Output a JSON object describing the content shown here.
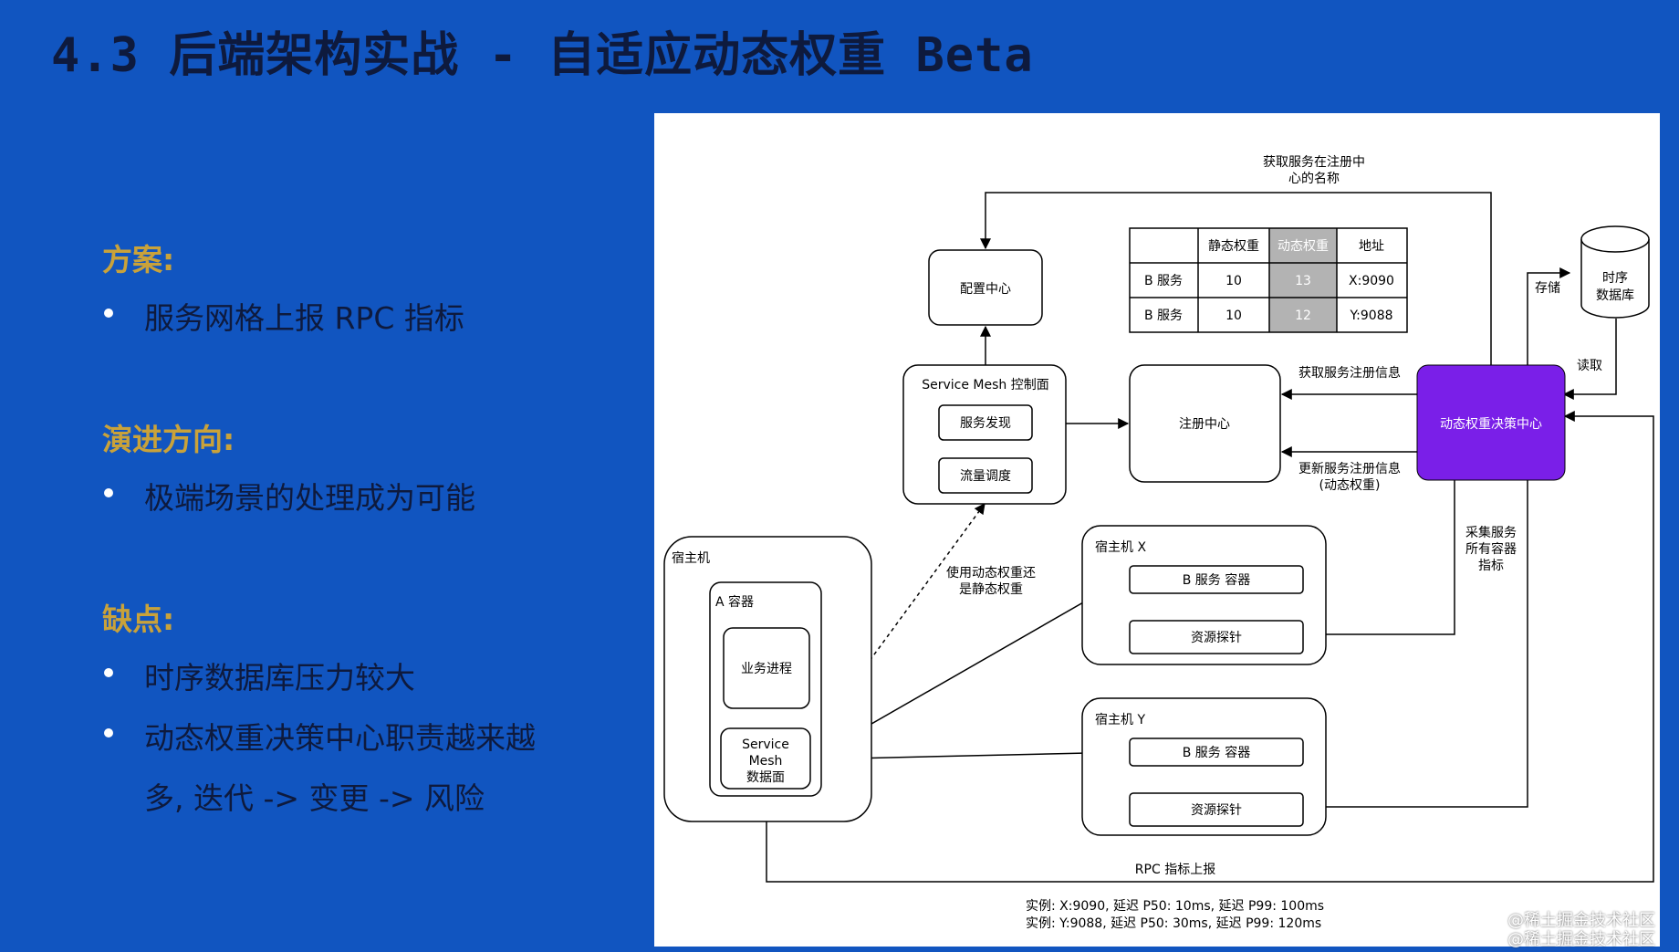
{
  "title": "4.3 后端架构实战 - 自适应动态权重 Beta",
  "sections": {
    "plan": {
      "heading": "方案:",
      "bullets": [
        "服务网格上报 RPC 指标"
      ]
    },
    "evolution": {
      "heading": "演进方向:",
      "bullets": [
        "极端场景的处理成为可能"
      ]
    },
    "cons": {
      "heading": "缺点:",
      "bullets": [
        "时序数据库压力较大",
        "动态权重决策中心职责越来越"
      ],
      "continuation": "多, 迭代 -> 变更 -> 风险"
    }
  },
  "diagram": {
    "config_center": "配置中心",
    "registry_center": "注册中心",
    "mesh_control": {
      "title": "Service Mesh 控制面",
      "service_discovery": "服务发现",
      "traffic_scheduling": "流量调度"
    },
    "decision_center": "动态权重决策中心",
    "tsdb": {
      "line1": "时序",
      "line2": "数据库"
    },
    "table": {
      "headers": [
        "",
        "静态权重",
        "动态权重",
        "地址"
      ],
      "rows": [
        [
          "B 服务",
          "10",
          "13",
          "X:9090"
        ],
        [
          "B 服务",
          "10",
          "12",
          "Y:9088"
        ]
      ]
    },
    "host_a": {
      "label": "宿主机",
      "container": "A 容器",
      "business_process": "业务进程",
      "mesh_line1": "Service",
      "mesh_line2": "Mesh",
      "mesh_line3": "数据面"
    },
    "host_x": {
      "label": "宿主机 X",
      "container": "B 服务 容器",
      "probe": "资源探针"
    },
    "host_y": {
      "label": "宿主机 Y",
      "container": "B 服务 容器",
      "probe": "资源探针"
    },
    "labels": {
      "fetch_name_1": "获取服务在注册中",
      "fetch_name_2": "心的名称",
      "store": "存储",
      "read": "读取",
      "fetch_registry": "获取服务注册信息",
      "update_registry_1": "更新服务注册信息",
      "update_registry_2": "(动态权重)",
      "collect_1": "采集服务",
      "collect_2": "所有容器",
      "collect_3": "指标",
      "use_weight_1": "使用动态权重还",
      "use_weight_2": "是静态权重",
      "rpc_report": "RPC 指标上报",
      "example_1": "实例: X:9090, 延迟 P50: 10ms, 延迟 P99: 100ms",
      "example_2": "实例: Y:9088, 延迟 P50: 30ms, 延迟 P99: 120ms"
    },
    "colors": {
      "decision_center": "#7a1fe8",
      "dynamic_column": "#b3b3b3"
    }
  },
  "watermark": {
    "line1": "@稀土掘金技术社区",
    "line2": "@稀土掘金技术社区"
  }
}
